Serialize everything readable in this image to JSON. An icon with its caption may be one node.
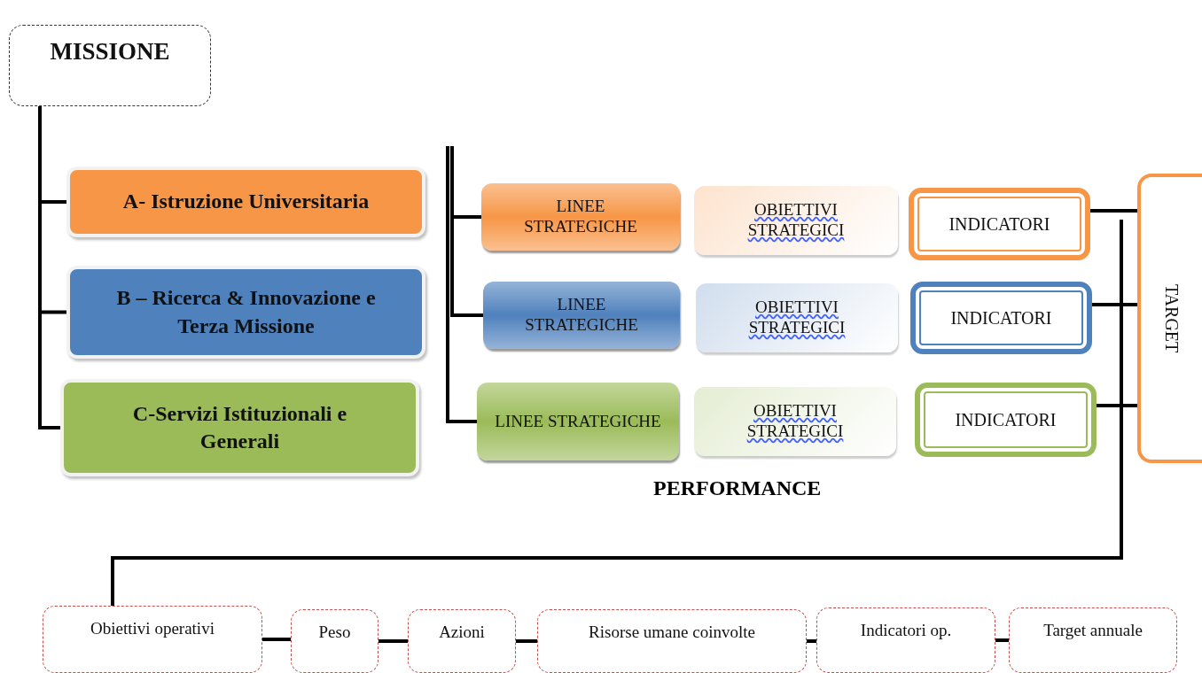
{
  "diagram": {
    "nodes": [
      {
        "text": [
          "MISSIONE"
        ]
      },
      {
        "text": [
          "A- Istruzione Universitaria"
        ]
      },
      {
        "text": [
          "B – Ricerca & Innovazione e Terza Missione"
        ]
      },
      {
        "text": [
          "C-Servizi Istituzionali e Generali"
        ]
      },
      {
        "text": [
          "LINEE STRATEGICHE"
        ]
      },
      {
        "text": [
          "OBIETTIVI STRATEGICI"
        ]
      },
      {
        "text": [
          "INDICATORI"
        ]
      },
      {
        "text": [
          "LINEE STRATEGICHE"
        ]
      },
      {
        "text": [
          "OBIETTIVI STRATEGICI"
        ]
      },
      {
        "text": [
          "INDICATORI"
        ]
      },
      {
        "text": [
          "LINEE STRATEGICHE"
        ]
      },
      {
        "text": [
          "OBIETTIVI STRATEGICI"
        ]
      },
      {
        "text": [
          "INDICATORI"
        ]
      },
      {
        "text": [
          "TARGET"
        ]
      },
      {
        "text": [
          "Obiettivi operativi"
        ]
      },
      {
        "text": [
          "Peso"
        ]
      },
      {
        "text": [
          "Azioni"
        ]
      },
      {
        "text": [
          "Risorse umane coinvolte"
        ]
      },
      {
        "text": [
          "Indicatori  op."
        ]
      },
      {
        "text": [
          "Target annuale"
        ]
      }
    ],
    "edges": [
      {
        "from": 0,
        "to": 1,
        "arrow": "none"
      },
      {
        "from": 0,
        "to": 2,
        "arrow": "none"
      },
      {
        "from": 0,
        "to": 3,
        "arrow": "none"
      },
      {
        "from": null,
        "to": 4,
        "arrow": "none"
      },
      {
        "from": null,
        "to": 7,
        "arrow": "none"
      },
      {
        "from": null,
        "to": 10,
        "arrow": "none"
      },
      {
        "from": 6,
        "to": 13,
        "arrow": "none"
      },
      {
        "from": 9,
        "to": 13,
        "arrow": "none"
      },
      {
        "from": 12,
        "to": 13,
        "arrow": "none"
      },
      {
        "from": null,
        "to": 14,
        "arrow": "none"
      },
      {
        "from": 14,
        "to": 15,
        "arrow": "none"
      },
      {
        "from": 15,
        "to": 16,
        "arrow": "none"
      },
      {
        "from": 16,
        "to": 17,
        "arrow": "none"
      },
      {
        "from": 17,
        "to": 18,
        "arrow": "none"
      },
      {
        "from": 18,
        "to": 19,
        "arrow": "none"
      }
    ],
    "labels": [
      "PERFORMANCE"
    ]
  }
}
